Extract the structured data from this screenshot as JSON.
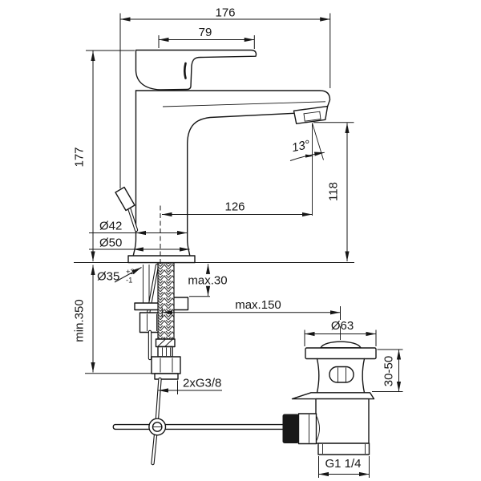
{
  "drawing": {
    "background": "#ffffff",
    "line_color": "#161616",
    "labels": {
      "overall_depth": "176",
      "lever_length": "79",
      "height_above_deck": "177",
      "spout_outlet_height": "118",
      "spout_angle": "13°",
      "spout_reach": "126",
      "body_diameter": "Ø42",
      "base_diameter": "Ø50",
      "hole_diameter": "Ø35",
      "hole_tolerance_upper": "+2",
      "hole_tolerance_lower": "-1",
      "deck_thickness_max": "max.30",
      "hose_length_min": "min.350",
      "waste_offset_max": "max.150",
      "waste_cap_diameter": "Ø63",
      "waste_clamp_range": "30-50",
      "supply_connection": "2xG3/8",
      "waste_thread": "G1 1/4"
    }
  }
}
